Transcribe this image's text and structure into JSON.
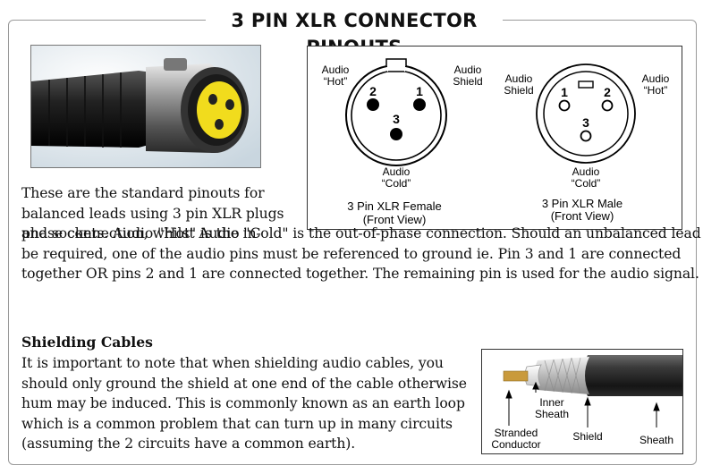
{
  "title": "3 PIN XLR CONNECTOR PINOUTS",
  "female": {
    "pin_hot": "Audio\n“Hot”",
    "pin_shield": "Audio\nShield",
    "pin_cold": "Audio\n“Cold”",
    "num_2": "2",
    "num_1": "1",
    "num_3": "3",
    "caption_1": "3 Pin XLR Female",
    "caption_2": "(Front View)"
  },
  "male": {
    "pin_shield": "Audio\nShield",
    "pin_hot": "Audio\n“Hot”",
    "pin_cold": "Audio\n“Cold”",
    "num_1": "1",
    "num_2": "2",
    "num_3": "3",
    "caption_1": "3 Pin XLR Male",
    "caption_2": "(Front View)"
  },
  "intro_text": "These are the standard pinouts for balanced leads using 3 pin XLR plugs and sockets. Audio \"Hot\" is the in-",
  "intro_text_cont": "phase connection, whilst Audio \"Cold\" is the out-of-phase connection. Should an unbalanced lead be required, one of the audio pins must be referenced to ground ie. Pin 3 and 1 are connected together OR pins 2 and 1 are connected together. The remaining pin is used for the audio signal.",
  "shielding_heading": "Shielding Cables",
  "shielding_text": "It is important to note that when shielding audio cables, you should only ground the shield at one end of the cable otherwise hum may be induced. This is commonly known as an earth loop which is a common problem that can turn up in many circuits (assuming the 2 circuits have a common earth).",
  "cable": {
    "inner_sheath": "Inner\nSheath",
    "stranded": "Stranded\nConductor",
    "shield": "Shield",
    "sheath": "Sheath"
  }
}
